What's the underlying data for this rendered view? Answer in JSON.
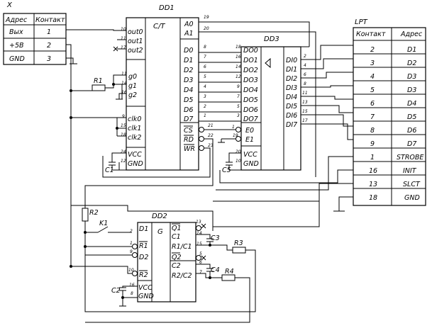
{
  "connector_x": {
    "title": "X",
    "headers": [
      "Адрес",
      "Контакт"
    ],
    "rows": [
      [
        "Вых",
        "1"
      ],
      [
        "+5В",
        "2"
      ],
      [
        "GND",
        "3"
      ]
    ]
  },
  "lpt": {
    "title": "LPT",
    "headers": [
      "Контакт",
      "Адрес"
    ],
    "rows": [
      [
        "2",
        "D1"
      ],
      [
        "3",
        "D2"
      ],
      [
        "4",
        "D3"
      ],
      [
        "5",
        "D3"
      ],
      [
        "6",
        "D4"
      ],
      [
        "7",
        "D5"
      ],
      [
        "8",
        "D6"
      ],
      [
        "9",
        "D7"
      ],
      [
        "1",
        "STROBE"
      ],
      [
        "16",
        "INIT"
      ],
      [
        "13",
        "SLCT"
      ],
      [
        "18",
        "GND"
      ]
    ]
  },
  "dd1": {
    "name": "DD1",
    "func": "C/T",
    "left_pins": [
      {
        "label": "out0",
        "num": "10"
      },
      {
        "label": "out1",
        "num": "11"
      },
      {
        "label": "out2",
        "num": "17"
      },
      {
        "label": "g0",
        "num": "11"
      },
      {
        "label": "g1",
        "num": "14"
      },
      {
        "label": "g2",
        "num": "16"
      },
      {
        "label": "clk0",
        "num": "9"
      },
      {
        "label": "clk1",
        "num": "15"
      },
      {
        "label": "clk2",
        "num": "18"
      },
      {
        "label": "VCC",
        "num": "24"
      },
      {
        "label": "GND",
        "num": "12"
      }
    ],
    "right_pins": [
      {
        "label": "A0",
        "num": "19"
      },
      {
        "label": "A1",
        "num": "20"
      },
      {
        "label": "D0",
        "num": "8"
      },
      {
        "label": "D1",
        "num": "7"
      },
      {
        "label": "D2",
        "num": "6"
      },
      {
        "label": "D3",
        "num": "5"
      },
      {
        "label": "D4",
        "num": "4"
      },
      {
        "label": "D5",
        "num": "3"
      },
      {
        "label": "D6",
        "num": "2"
      },
      {
        "label": "D7",
        "num": "1"
      },
      {
        "label": "CS",
        "num": "21"
      },
      {
        "label": "RD",
        "num": "22"
      },
      {
        "label": "WR",
        "num": "23"
      }
    ]
  },
  "dd3": {
    "name": "DD3",
    "left_pins": [
      {
        "label": "DO0",
        "num": "18"
      },
      {
        "label": "DO1",
        "num": "16"
      },
      {
        "label": "DO2",
        "num": "14"
      },
      {
        "label": "DO3",
        "num": "12"
      },
      {
        "label": "DO4",
        "num": "9"
      },
      {
        "label": "DO5",
        "num": "7"
      },
      {
        "label": "DO6",
        "num": "5"
      },
      {
        "label": "DO7",
        "num": "3"
      },
      {
        "label": "E0",
        "num": "1"
      },
      {
        "label": "E1",
        "num": "19"
      },
      {
        "label": "VCC",
        "num": "20"
      },
      {
        "label": "GND",
        "num": "10"
      }
    ],
    "right_pins": [
      {
        "label": "DI0",
        "num": "2"
      },
      {
        "label": "DI1",
        "num": "4"
      },
      {
        "label": "DI2",
        "num": "6"
      },
      {
        "label": "DI3",
        "num": "8"
      },
      {
        "label": "DI4",
        "num": "11"
      },
      {
        "label": "DI5",
        "num": "13"
      },
      {
        "label": "DI6",
        "num": "15"
      },
      {
        "label": "DI7",
        "num": "17"
      }
    ]
  },
  "dd2": {
    "name": "DD2",
    "func": "G",
    "left_pins": [
      {
        "label": "D1",
        "num": "2"
      },
      {
        "label": "R1",
        "num": "1"
      },
      {
        "label": "D2",
        "num": "9"
      },
      {
        "label": "R2",
        "num": "10"
      },
      {
        "label": "VCC",
        "num": "16"
      },
      {
        "label": "GND",
        "num": "8"
      }
    ],
    "mid_labels": [
      "Q1",
      "C1",
      "R1/C1",
      "Q2",
      "C2",
      "R2/C2"
    ],
    "right_pins": [
      {
        "num": "13"
      },
      {
        "num": "14"
      },
      {
        "num": "15"
      },
      {
        "num": "5"
      },
      {
        "num": "6"
      },
      {
        "num": "7"
      }
    ]
  },
  "components": {
    "r1": "R1",
    "r2": "R2",
    "r3": "R3",
    "r4": "R4",
    "c1": "C1",
    "c2": "C2",
    "c3": "C3",
    "c4": "C4",
    "c5": "C5",
    "k1": "K1"
  }
}
